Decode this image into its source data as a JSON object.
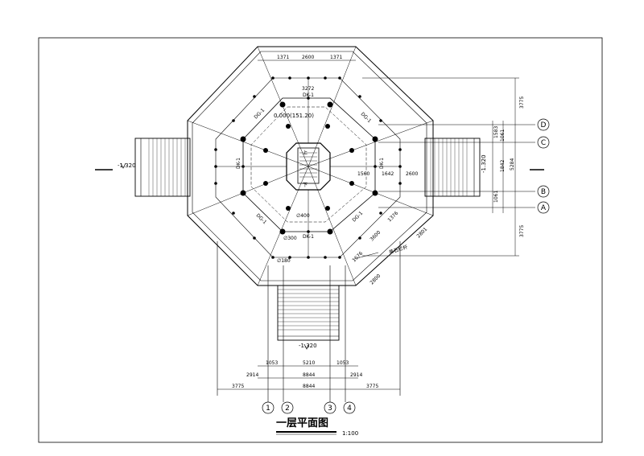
{
  "drawing": {
    "title": "一层平面图",
    "scale": "1:100",
    "grid_axes_horizontal": [
      "1",
      "2",
      "3",
      "4"
    ],
    "grid_axes_vertical": [
      "D",
      "C",
      "B",
      "A"
    ],
    "level_center": "0.000(151.20)",
    "level_west": "-1.320",
    "level_south": "-1.320",
    "level_east": "-1.320",
    "beam_labels": {
      "top": "DK-1",
      "bottom": "DK-1",
      "left": "DK-1",
      "right": "DK-1",
      "nw": "DG-1",
      "ne": "DG-1",
      "sw": "DG-1",
      "se": "DG-1"
    },
    "material_note": "黄石栏杆",
    "stair_marks": [
      "上",
      "下"
    ],
    "column_notes": [
      "∅400",
      "∅300",
      "∅180"
    ],
    "dims_top": [
      "1371",
      "2600",
      "1371"
    ],
    "dim_top_inner": "3272",
    "dims_bottom_row1": [
      "1053",
      "5210",
      "1053"
    ],
    "dims_bottom_row2": [
      "2914",
      "8844",
      "2914"
    ],
    "dims_bottom_row3": [
      "3775",
      "8844",
      "3775"
    ],
    "dims_right_outer": [
      "3775",
      "5284",
      "3775"
    ],
    "dims_right_inner": [
      "1583",
      "1061",
      "1842",
      "1061"
    ],
    "dims_center": [
      "1560",
      "1642",
      "2600"
    ],
    "dims_diagonal": [
      "1376",
      "3600",
      "2801",
      "2800",
      "1576"
    ]
  }
}
